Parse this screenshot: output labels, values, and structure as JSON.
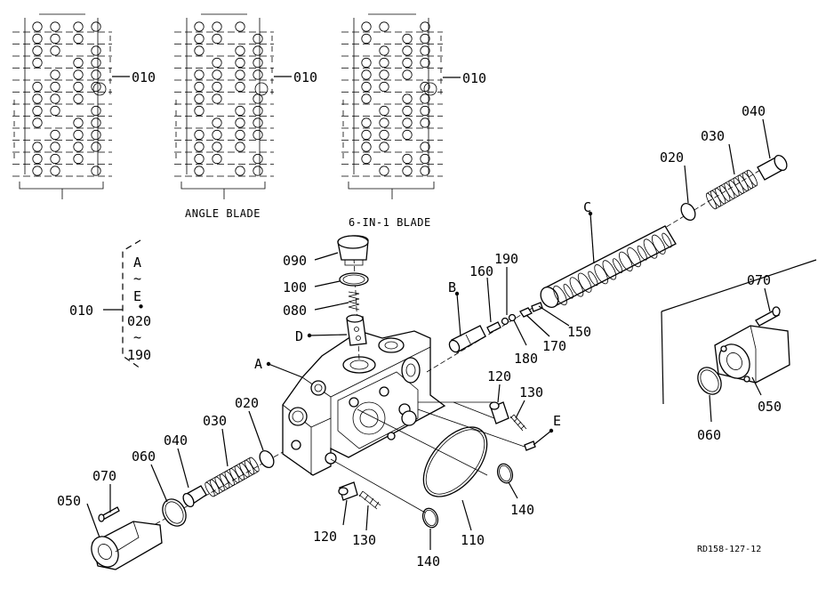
{
  "valve_views": [
    {
      "id": "view-1",
      "callout": "010",
      "caption": ""
    },
    {
      "id": "view-2",
      "callout": "010",
      "caption": "ANGLE BLADE"
    },
    {
      "id": "view-3",
      "callout": "010",
      "caption": "6-IN-1 BLADE"
    }
  ],
  "legend": {
    "callout": "010",
    "range_start": "A",
    "tilde": "~",
    "range_mid": "E",
    "bullet": "•",
    "range_from": "020",
    "range_to": "190"
  },
  "parts": {
    "p020a": "020",
    "p030a": "030",
    "p040a": "040",
    "p020b": "020",
    "p030b": "030",
    "p040b": "040",
    "p050a": "050",
    "p050b": "050",
    "p060a": "060",
    "p060b": "060",
    "p070a": "070",
    "p070b": "070",
    "p080": "080",
    "p090": "090",
    "p100": "100",
    "p110": "110",
    "p120a": "120",
    "p120b": "120",
    "p130a": "130",
    "p130b": "130",
    "p140a": "140",
    "p140b": "140",
    "p150": "150",
    "p160": "160",
    "p170": "170",
    "p180": "180",
    "p190": "190"
  },
  "refs": {
    "A": "A",
    "B": "B",
    "C": "C",
    "D": "D",
    "E": "E"
  },
  "drawing_number": "RD158-127-12"
}
